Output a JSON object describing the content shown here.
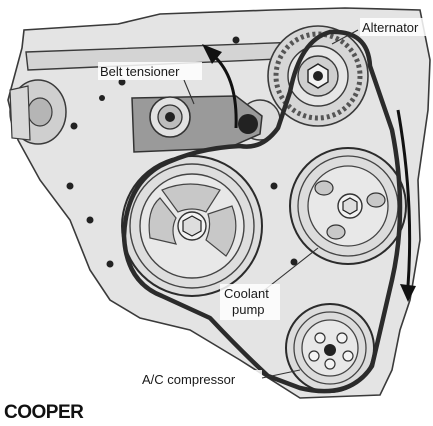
{
  "labels": {
    "belt_tensioner": "Belt tensioner",
    "alternator": "Alternator",
    "coolant_line1": "Coolant",
    "coolant_line2": "pump",
    "ac_compressor": "A/C compressor"
  },
  "brand": "COOPER",
  "colors": {
    "belt": "#2b2b2b",
    "engine_fill": "#e4e4e4",
    "tensioner_fill": "#9a9a9a",
    "line": "#3a3a3a"
  }
}
